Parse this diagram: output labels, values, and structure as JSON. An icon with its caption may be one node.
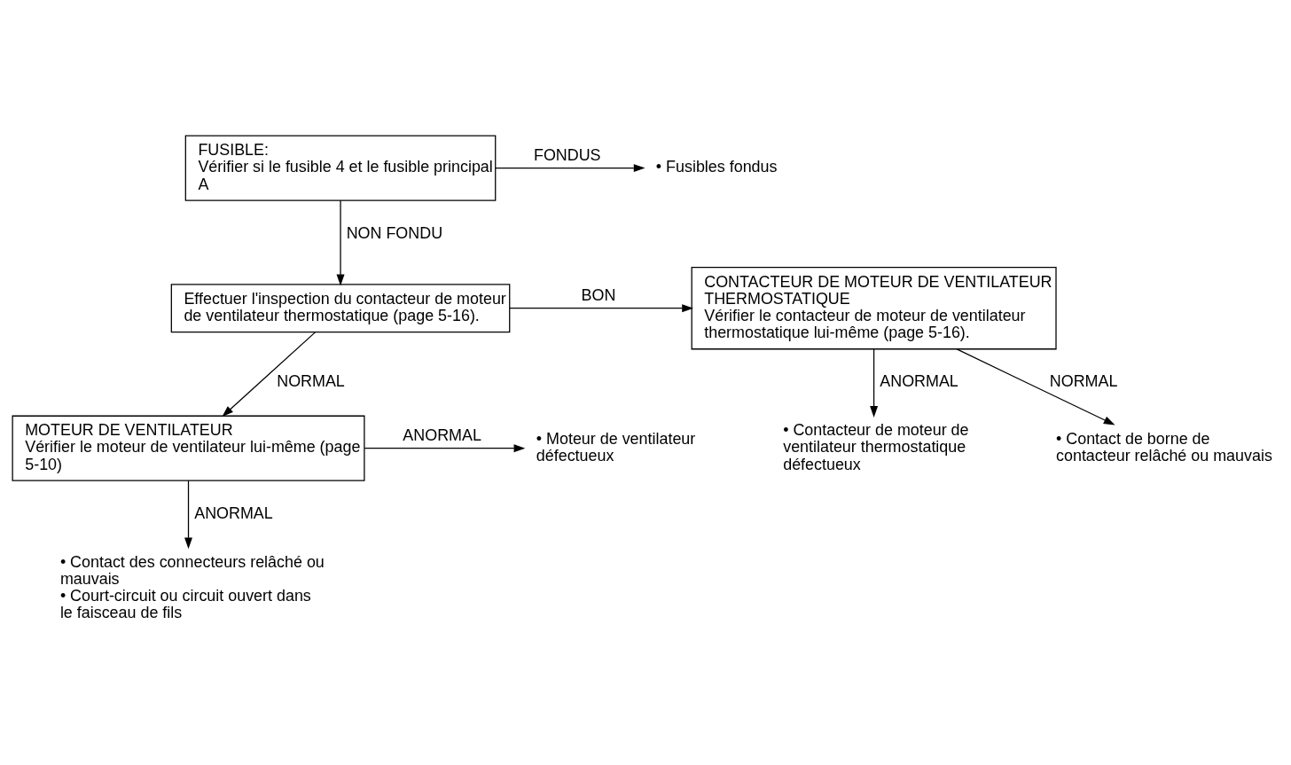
{
  "diagram": {
    "nodes": [
      {
        "text": [
          "FUSIBLE:",
          "Vérifier si le fusible 4 et le fusible principal A"
        ]
      },
      {
        "text": [
          "• Fusibles fondus"
        ]
      },
      {
        "text": [
          "Effectuer l'inspection du contacteur de moteur de ventilateur thermostatique (page 5-16)."
        ]
      },
      {
        "text": [
          "CONTACTEUR DE MOTEUR DE VENTILATEUR THERMOSTATIQUE",
          "Vérifier le contacteur de moteur de ventilateur thermostatique lui-même (page 5-16)."
        ]
      },
      {
        "text": [
          "• Contacteur de moteur de ventilateur thermostatique défectueux"
        ]
      },
      {
        "text": [
          "• Contact de borne de contacteur relâché ou mauvais"
        ]
      },
      {
        "text": [
          "MOTEUR DE VENTILATEUR",
          "Vérifier le moteur de ventilateur lui-même (page 5-10)"
        ]
      },
      {
        "text": [
          "• Moteur de ventilateur défectueux"
        ]
      },
      {
        "text": [
          "• Contact des connecteurs relâché ou mauvais",
          "• Court-circuit ou circuit ouvert dans le faisceau de fils"
        ]
      }
    ],
    "edges": [
      {
        "from": 0,
        "to": 1,
        "arrow": "to",
        "label": "FONDUS"
      },
      {
        "from": 0,
        "to": 2,
        "arrow": "to",
        "label": "NON FONDU"
      },
      {
        "from": 2,
        "to": 3,
        "arrow": "to",
        "label": "BON"
      },
      {
        "from": 3,
        "to": 4,
        "arrow": "to",
        "label": "ANORMAL"
      },
      {
        "from": 3,
        "to": 5,
        "arrow": "to",
        "label": "NORMAL"
      },
      {
        "from": 2,
        "to": 6,
        "arrow": "to",
        "label": "NORMAL"
      },
      {
        "from": 6,
        "to": 7,
        "arrow": "to",
        "label": "ANORMAL"
      },
      {
        "from": 6,
        "to": 8,
        "arrow": "to",
        "label": "ANORMAL"
      }
    ]
  }
}
